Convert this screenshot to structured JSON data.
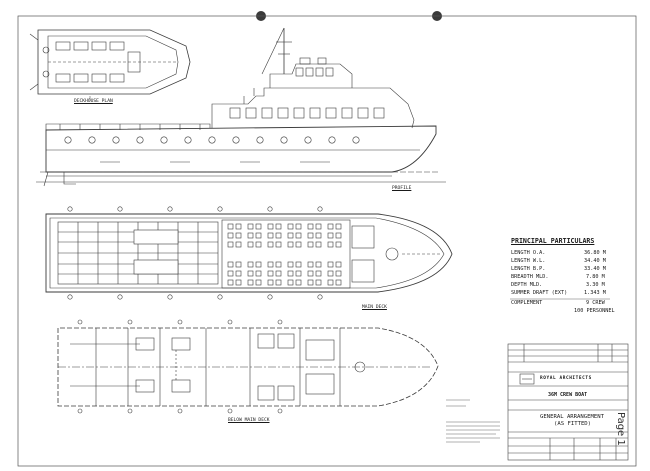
{
  "drawings": {
    "deckhouse_plan_label": "DECKHOUSE PLAN",
    "profile_label": "PROFILE",
    "main_deck_label": "MAIN DECK",
    "below_main_deck_label": "BELOW MAIN DECK"
  },
  "principal_particulars": {
    "title": "PRINCIPAL PARTICULARS",
    "rows": [
      {
        "label": "LENGTH O.A.",
        "value": "36.80 M"
      },
      {
        "label": "LENGTH W.L.",
        "value": "34.40 M"
      },
      {
        "label": "LENGTH B.P.",
        "value": "33.40 M"
      },
      {
        "label": "BREADTH MLD.",
        "value": "7.80 M"
      },
      {
        "label": "DEPTH MLD.",
        "value": "3.30 M"
      },
      {
        "label": "SUMMER DRAFT (EXT)",
        "value": "1.343 M"
      },
      {
        "label": "COMPLEMENT",
        "value": "9 CREW"
      },
      {
        "label": "",
        "value": "100 PERSONNEL"
      }
    ]
  },
  "title_block": {
    "company": "ROYAL ARCHITECTS",
    "vessel": "36M CREW BOAT",
    "drawing_title": "GENERAL ARRANGEMENT",
    "drawing_subtitle": "(AS FITTED)"
  },
  "page_label": "Page 1"
}
